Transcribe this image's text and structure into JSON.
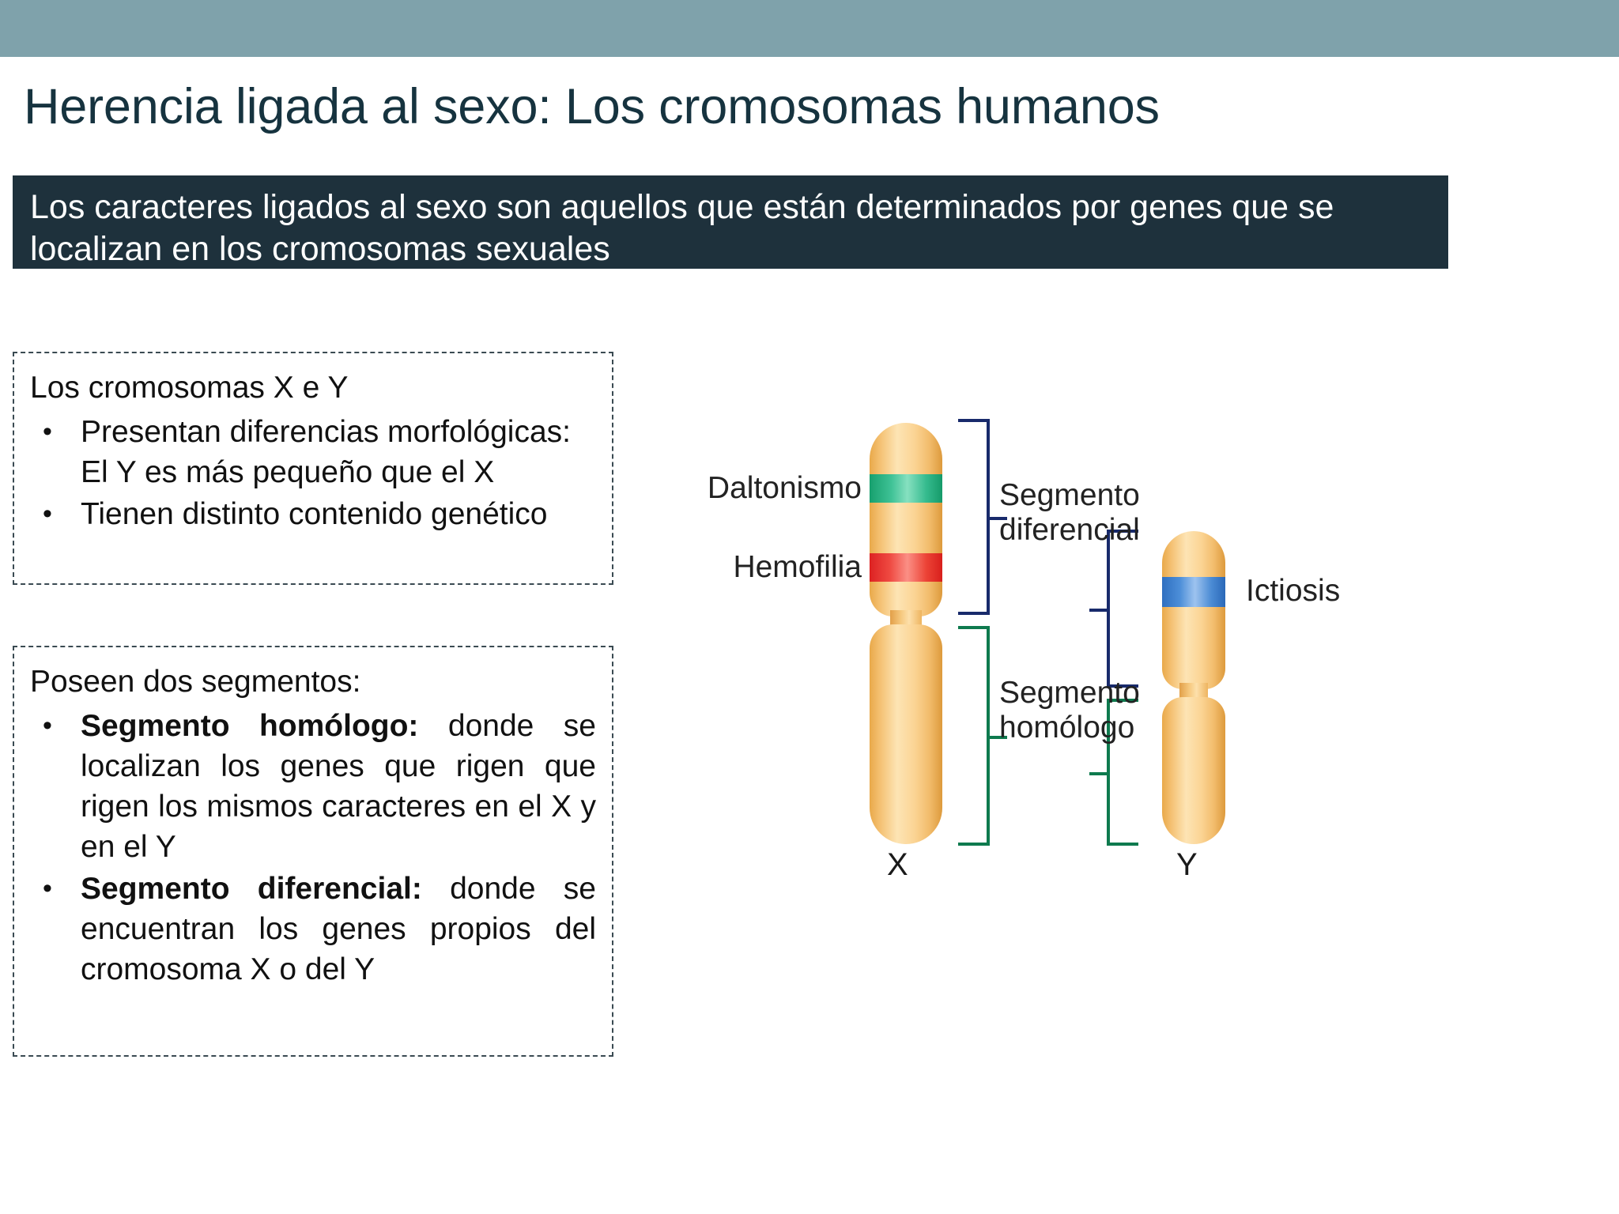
{
  "header": {
    "bar_color": "#7fa2ab",
    "title": "Herencia ligada al sexo: Los cromosomas humanos"
  },
  "banner": {
    "background_color": "#1e313c",
    "text": "Los caracteres ligados al sexo son aquellos que están determinados por genes que se localizan en los cromosomas sexuales"
  },
  "box_one": {
    "lead": "Los cromosomas X e Y",
    "bullets": [
      {
        "line1": "Presentan diferencias morfológicas:",
        "line2": "El Y es más pequeño que el X"
      },
      {
        "line1": "Tienen distinto contenido genético",
        "line2": ""
      }
    ]
  },
  "box_two": {
    "lead": "Poseen dos segmentos:",
    "bullets": [
      {
        "bold": "Segmento homólogo:",
        "rest": " donde se localizan los genes que rigen que rigen los mismos caracteres en el X y en el Y"
      },
      {
        "bold": "Segmento diferencial:",
        "rest": " donde se encuentran los genes propios del cromosoma X o del Y"
      }
    ]
  },
  "diagram": {
    "chromosome_x_letter": "X",
    "chromosome_y_letter": "Y",
    "gene_labels": {
      "daltonismo": "Daltonismo",
      "hemofilia": "Hemofilia",
      "ictiosis": "Ictiosis"
    },
    "band_colors": {
      "daltonismo": "#22b184",
      "hemofilia": "#e53935",
      "ictiosis": "#4a8bd4",
      "chromosome_body": "#f8cd8c"
    },
    "segments": {
      "diferencial_line1": "Segmento",
      "diferencial_line2": "diferencial",
      "homologo_line1": "Segmento",
      "homologo_line2": "homólogo"
    },
    "bracket_colors": {
      "diferencial": "#182a6b",
      "homologo": "#0e7a4e"
    }
  }
}
